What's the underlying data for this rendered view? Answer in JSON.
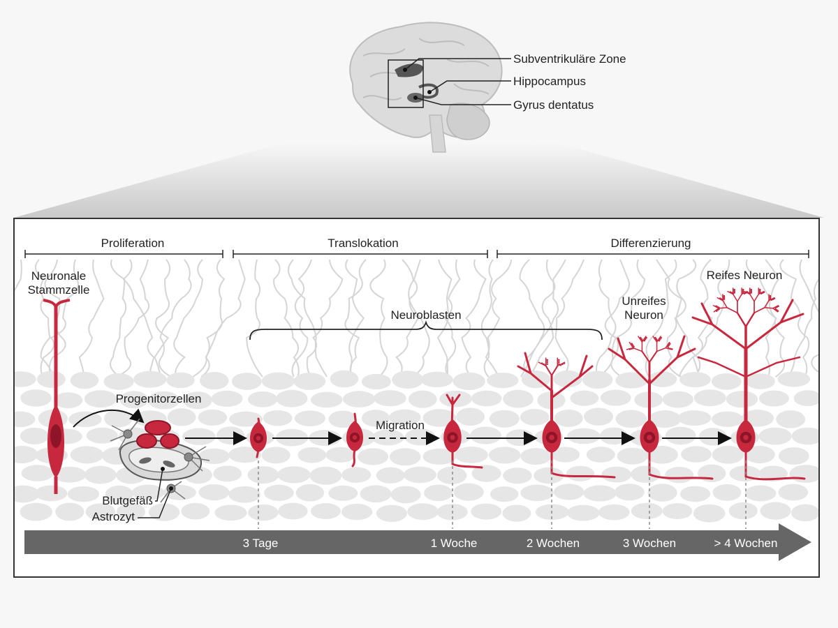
{
  "brain": {
    "labels": [
      "Subventrikuläre Zone",
      "Hippocampus",
      "Gyrus dentatus"
    ]
  },
  "phases": [
    "Proliferation",
    "Translokation",
    "Differenzierung"
  ],
  "cells": {
    "stem_cell": "Neuronale Stammzelle",
    "stem_cell_line1": "Neuronale",
    "stem_cell_line2": "Stammzelle",
    "progenitors": "Progenitorzellen",
    "blood_vessel": "Blutgefäß",
    "astrocyte": "Astrozyt",
    "neuroblasts": "Neuroblasten",
    "migration": "Migration",
    "immature_line1": "Unreifes",
    "immature_line2": "Neuron",
    "mature": "Reifes Neuron"
  },
  "timeline": [
    "3 Tage",
    "1 Woche",
    "2 Wochen",
    "3 Wochen",
    "> 4 Wochen"
  ],
  "colors": {
    "neuron": "#c8283e",
    "neuron_dark": "#8e1428",
    "timeline": "#666666",
    "frame": "#333333"
  }
}
